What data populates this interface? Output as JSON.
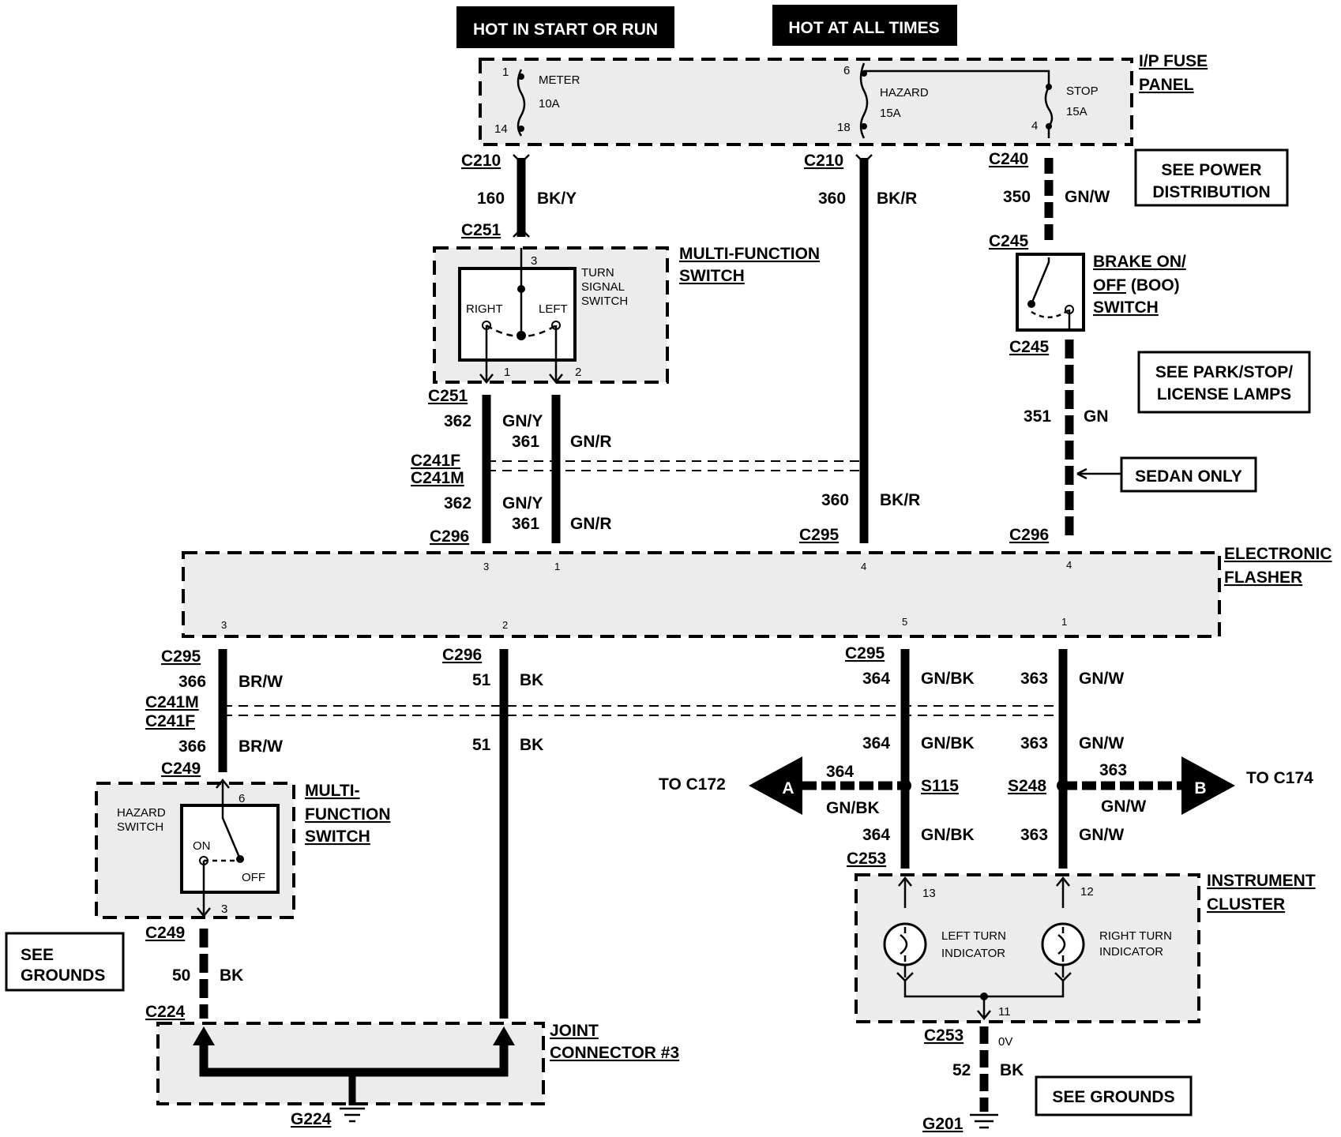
{
  "headers": {
    "start_run": "HOT IN START OR RUN",
    "all_times": "HOT AT ALL TIMES"
  },
  "fuse_panel": {
    "title1": "I/P FUSE",
    "title2": "PANEL",
    "meter": "METER",
    "meter_amp": "10A",
    "hazard": "HAZARD",
    "hazard_amp": "15A",
    "stop": "STOP",
    "stop_amp": "15A",
    "pin1": "1",
    "pin14": "14",
    "pin6": "6",
    "pin18": "18",
    "pin4": "4"
  },
  "connectors": {
    "c210a": "C210",
    "c210b": "C210",
    "c240": "C240",
    "c251a": "C251",
    "c251b": "C251",
    "c245a": "C245",
    "c245b": "C245",
    "c241f": "C241F",
    "c241m": "C241M",
    "c296a": "C296",
    "c295a": "C295",
    "c296b": "C296",
    "c295b": "C295",
    "c296c": "C296",
    "c295c": "C295",
    "c241m2": "C241M",
    "c241f2": "C241F",
    "c249a": "C249",
    "c249b": "C249",
    "c224": "C224",
    "g224": "G224",
    "c253a": "C253",
    "c253b": "C253",
    "g201": "G201",
    "s115": "S115",
    "s248": "S248"
  },
  "wires": {
    "w160": "160",
    "c160": "BK/Y",
    "w360": "360",
    "c360": "BK/R",
    "w350": "350",
    "c350": "GN/W",
    "w362": "362",
    "c362": "GN/Y",
    "w361": "361",
    "c361": "GN/R",
    "w351": "351",
    "c351": "GN",
    "w366": "366",
    "c366": "BR/W",
    "w51": "51",
    "c51": "BK",
    "w364": "364",
    "c364": "GN/BK",
    "w363": "363",
    "c363": "GN/W",
    "w50": "50",
    "c50": "BK",
    "w52": "52",
    "c52": "BK",
    "ov": "0V"
  },
  "notes": {
    "see_power_1": "SEE POWER",
    "see_power_2": "DISTRIBUTION",
    "see_park_1": "SEE PARK/STOP/",
    "see_park_2": "LICENSE LAMPS",
    "sedan": "SEDAN ONLY",
    "see_grounds_l1": "SEE",
    "see_grounds_l2": "GROUNDS",
    "see_grounds_r": "SEE GROUNDS"
  },
  "components": {
    "mfs1_1": "MULTI-FUNCTION",
    "mfs1_2": "SWITCH",
    "turn_sig1": "TURN",
    "turn_sig2": "SIGNAL",
    "turn_sig3": "SWITCH",
    "right": "RIGHT",
    "left": "LEFT",
    "boo1": "BRAKE ON/",
    "boo2": "OFF",
    "boo2b": " (BOO)",
    "boo3": "SWITCH",
    "flasher1": "ELECTRONIC",
    "flasher2": "FLASHER",
    "mfs2_1": "MULTI-",
    "mfs2_2": "FUNCTION",
    "mfs2_3": "SWITCH",
    "hazsw1": "HAZARD",
    "hazsw2": "SWITCH",
    "on": "ON",
    "off": "OFF",
    "jc1": "JOINT",
    "jc2": "CONNECTOR #3",
    "ic1": "INSTRUMENT",
    "ic2": "CLUSTER",
    "lti1": "LEFT TURN",
    "lti2": "INDICATOR",
    "rti1": "RIGHT TURN",
    "rti2": "INDICATOR",
    "to_c172": "TO C172",
    "to_c174": "TO C174",
    "arrow_a": "A",
    "arrow_b": "B"
  },
  "pins": {
    "p3": "3",
    "p1": "1",
    "p2": "2",
    "fp3": "3",
    "fp1": "1",
    "fp4a": "4",
    "fp4b": "4",
    "fp3b": "3",
    "fp2": "2",
    "fp5": "5",
    "fp1b": "1",
    "hp6": "6",
    "hp3": "3",
    "ic13": "13",
    "ic12": "12",
    "ic11": "11"
  }
}
